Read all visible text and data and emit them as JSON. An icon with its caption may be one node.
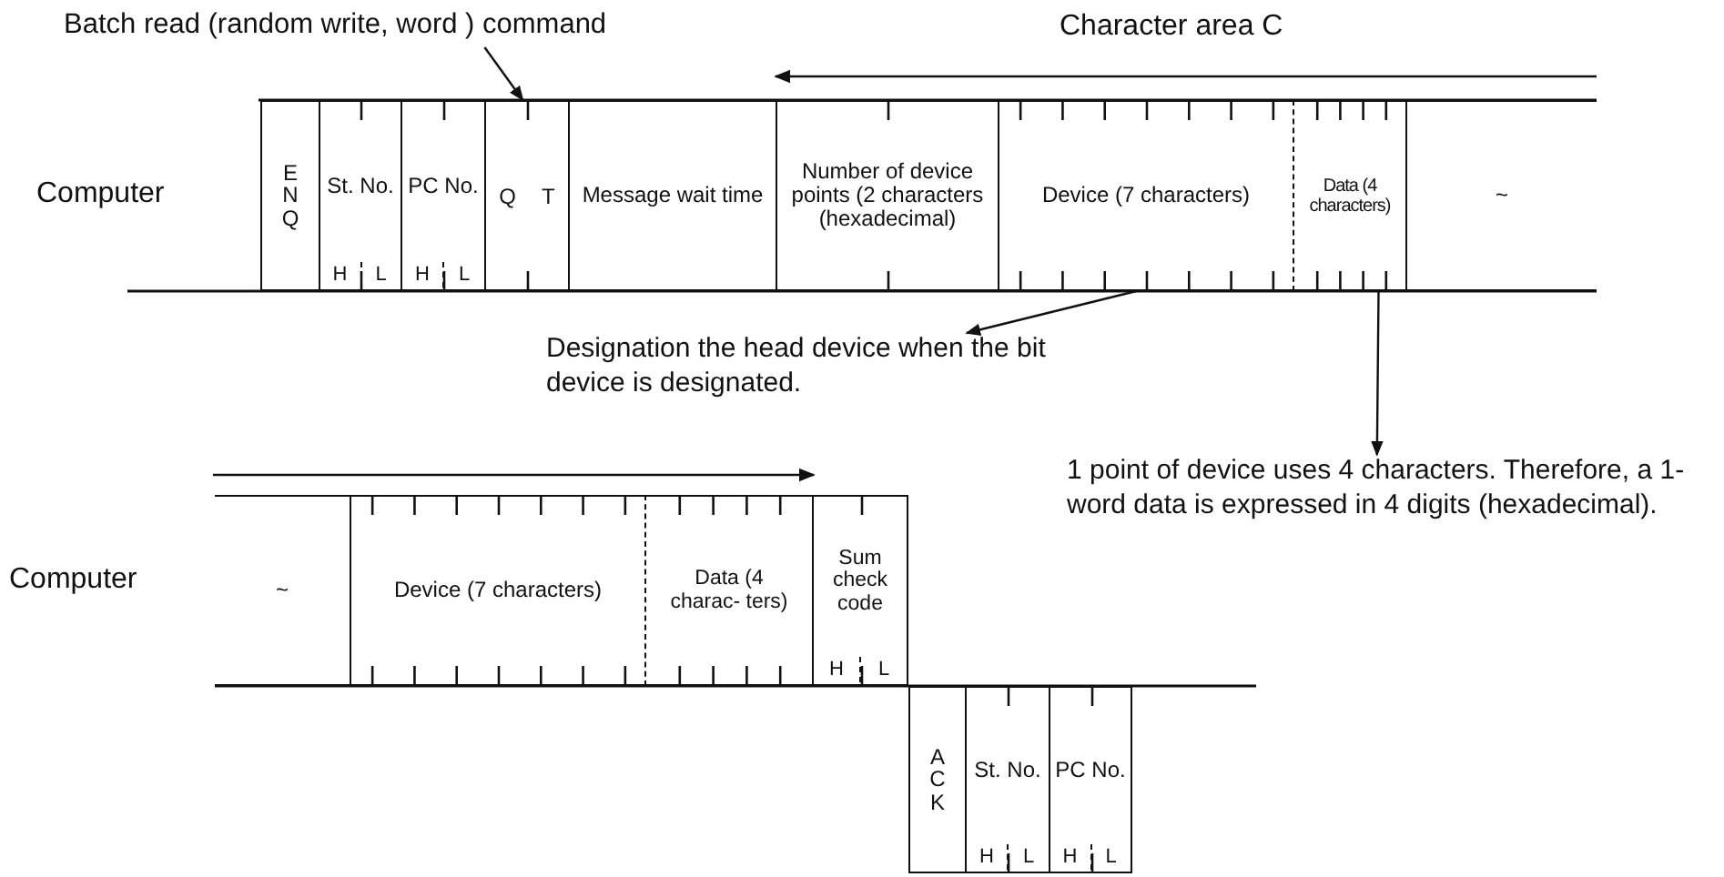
{
  "diagram": {
    "nodes": [
      {
        "text": [
          "Batch read (random write, word ) command"
        ]
      },
      {
        "text": [
          "ENQ"
        ]
      },
      {
        "text": [
          "St. No.",
          "H",
          "L"
        ]
      },
      {
        "text": [
          "PC No.",
          "H",
          "L"
        ]
      },
      {
        "text": [
          "Q",
          "T"
        ]
      },
      {
        "text": [
          "Message wait time"
        ]
      },
      {
        "text": [
          "Number of device points (2 characters (hexadecimal)"
        ]
      },
      {
        "text": [
          "Device (7 characters)"
        ]
      },
      {
        "text": [
          "Data (4 characters)"
        ]
      },
      {
        "text": [
          "~"
        ]
      },
      {
        "text": [
          "Designation the head device when the bit device is designated."
        ]
      },
      {
        "text": [
          "1 point of device uses 4 characters. Therefore, a 1-word data is expressed in 4 digits (hexadecimal)."
        ]
      },
      {
        "text": [
          "~"
        ]
      },
      {
        "text": [
          "Device (7 characters)"
        ]
      },
      {
        "text": [
          "Data (4 charac- ters)"
        ]
      },
      {
        "text": [
          "Sum check code",
          "H",
          "L"
        ]
      },
      {
        "text": [
          "ACK"
        ]
      },
      {
        "text": [
          "St. No.",
          "H",
          "L"
        ]
      },
      {
        "text": [
          "PC No.",
          "H",
          "L"
        ]
      }
    ],
    "edges": [
      {
        "from": 0,
        "to": 4,
        "arrow": "to"
      },
      {
        "from": 7,
        "to": 10,
        "arrow": "to"
      },
      {
        "from": 8,
        "to": 11,
        "arrow": "to"
      }
    ],
    "labels": [
      "Character area C",
      "Computer",
      "Computer"
    ]
  }
}
